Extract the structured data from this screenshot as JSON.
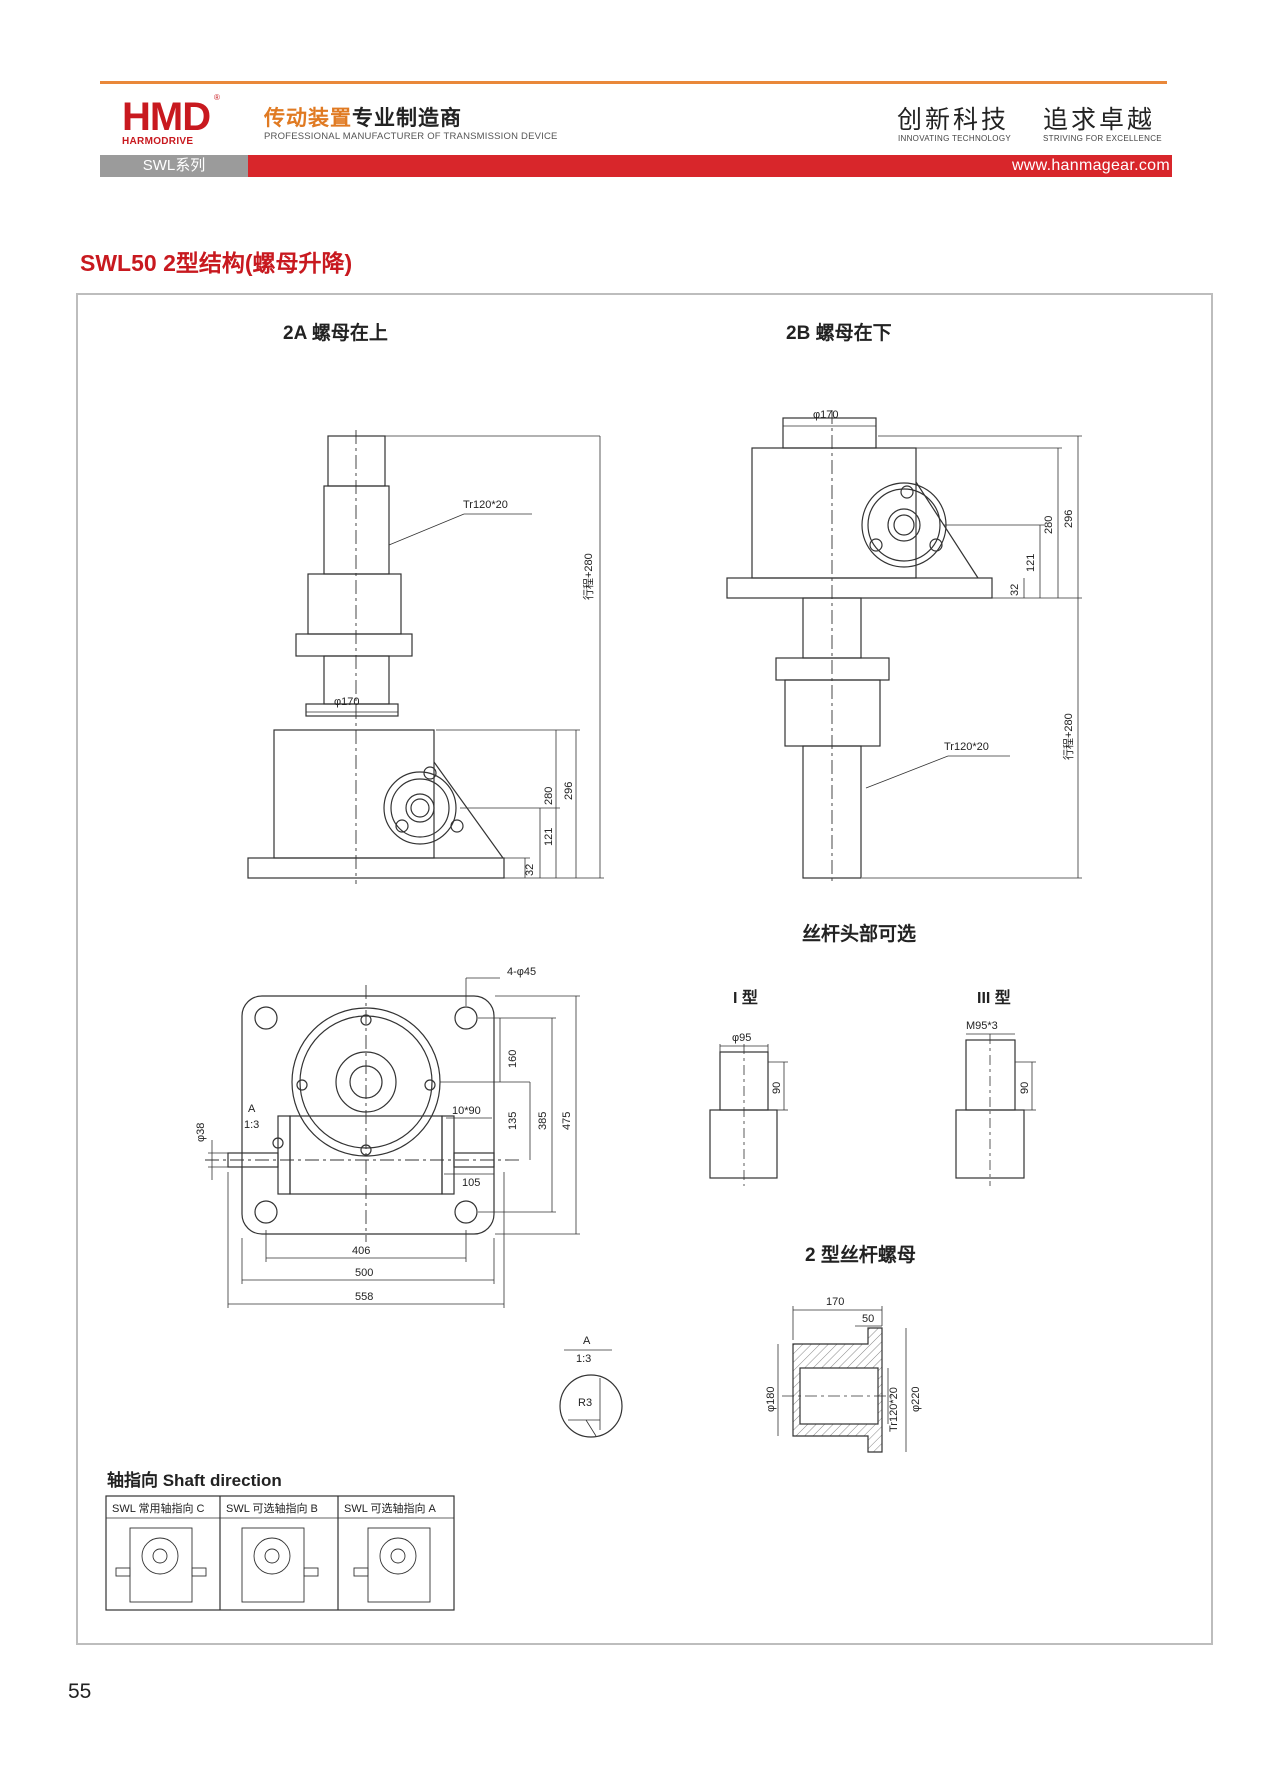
{
  "header": {
    "logo_main": "HMD",
    "logo_sub": "HARMODRIVE",
    "registered_mark": "®",
    "slogan_cn_highlight": "传动装置",
    "slogan_cn_rest": "专业制造商",
    "slogan_en": "PROFESSIONAL MANUFACTURER OF TRANSMISSION DEVICE",
    "motto_1_cn": "创新科技",
    "motto_1_en": "INNOVATING TECHNOLOGY",
    "motto_2_cn": "追求卓越",
    "motto_2_en": "STRIVING FOR EXCELLENCE",
    "series_tag": "SWL系列",
    "website": "www.hanmagear.com",
    "accent_orange": "#e9883a",
    "accent_red": "#d8262b"
  },
  "section_title": "SWL50  2型结构(螺母升降)",
  "views": {
    "view_2a_title": "2A 螺母在上",
    "view_2b_title": "2B 螺母在下",
    "screw_head_title": "丝杆头部可选",
    "type_i": "I 型",
    "type_iii": "III 型",
    "nut_title": "2 型丝杆螺母"
  },
  "dims": {
    "tr": "Tr120*20",
    "phi170": "φ170",
    "stroke": "行程+280",
    "d280": "280",
    "d296": "296",
    "d121": "121",
    "d32": "32",
    "holes": "4-φ45",
    "d160": "160",
    "d135": "135",
    "d385": "385",
    "d475": "475",
    "key": "10*90",
    "d105": "105",
    "phi38": "φ38",
    "detail_a": "A",
    "scale": "1:3",
    "d406": "406",
    "d500": "500",
    "d558": "558",
    "r3": "R3",
    "phi95": "φ95",
    "d90": "90",
    "m95": "M95*3",
    "d170": "170",
    "d50": "50",
    "phi180": "φ180",
    "tr_nut": "Tr120*20",
    "phi220": "φ220"
  },
  "shaft_direction": {
    "title": "轴指向  Shaft direction",
    "columns": [
      "SWL 常用轴指向 C",
      "SWL 可选轴指向 B",
      "SWL 可选轴指向 A"
    ]
  },
  "page_number": "55"
}
